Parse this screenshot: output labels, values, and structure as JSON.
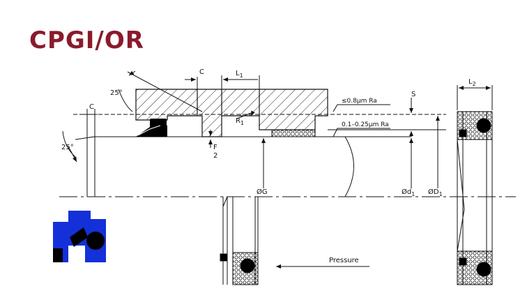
{
  "title": "CPGI/OR",
  "labels": {
    "c_top": "C",
    "c_left": "C",
    "l1": "L",
    "l1_sub": "1",
    "l2": "L",
    "l2_sub": "2",
    "angle_top": "25°",
    "angle_left": "25°",
    "r1": "R",
    "r1_sub": "1",
    "f": "F",
    "f_div": "2",
    "s": "S",
    "finish_1": "≤0.8μm Ra",
    "finish_2": "0.1–0.25μm Ra",
    "dia_g": "ØG",
    "dia_d1": "Ød",
    "dia_d1_sub": "1",
    "dia_big_d1": "ØD",
    "dia_big_d1_sub": "1",
    "pressure": "Pressure"
  },
  "colors": {
    "title": "#8b1a2b",
    "seal_blue": "#1430d8",
    "line": "#111111"
  }
}
